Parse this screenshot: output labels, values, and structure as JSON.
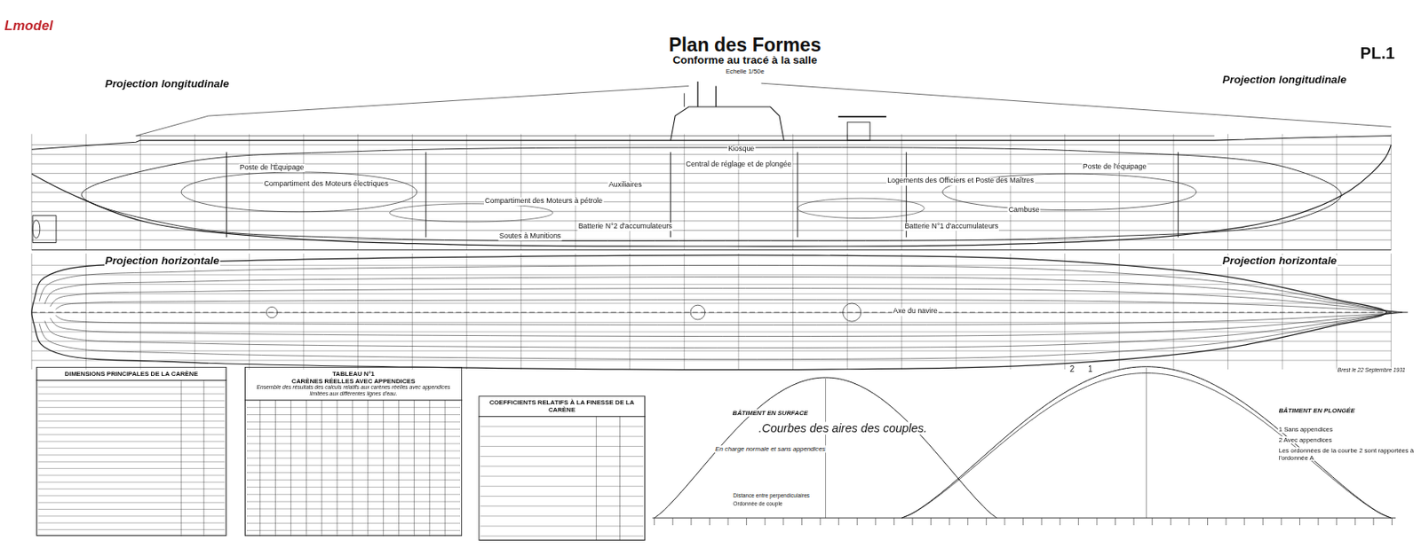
{
  "diagram": {
    "title": "Plan des Formes",
    "nodes": [
      {
        "text": [
          "DIMENSIONS PRINCIPALES DE LA CARÈNE"
        ]
      },
      {
        "text": [
          "TABLEAU N°1",
          "CARÈNES RÉELLES AVEC APPENDICES",
          "Ensemble des résultats des calculs relatifs aux carènes réelles avec appendices limitées aux différentes lignes d'eau."
        ]
      },
      {
        "text": [
          "COEFFICIENTS RELATIFS À LA FINESSE DE LA CARÈNE"
        ]
      }
    ],
    "labels": [
      "Lmodel",
      "Conforme au tracé à la salle",
      "Echelle 1/50e",
      "PL.1",
      "Projection longitudinale",
      "Projection longitudinale",
      "Projection horizontale",
      "Projection horizontale",
      "Poste de l'Équipage",
      "Compartiment des Moteurs électriques",
      "Compartiment des Moteurs à pétrole",
      "Kiosque",
      "Central de réglage et de plongée",
      "Auxiliaires",
      "Batterie N°2 d'accumulateurs",
      "Soutes à Munitions",
      "Batterie N°1 d'accumulateurs",
      "Logements des Officiers et Poste des Maîtres",
      "Cambuse",
      "Poste de l'équipage",
      "Axe du navire",
      ".Courbes des aires des couples.",
      "BÂTIMENT EN SURFACE",
      "En charge normale et sans appendices",
      "2",
      "1",
      "BÂTIMENT EN PLONGÉE",
      "1 Sans appendices",
      "2 Avec appendices",
      "Les ordonnées de la courbe 2 sont rapportées à l'ordonnée A",
      "Brest le 22 Septembre 1931",
      "Distance entre perpendiculaires",
      "Ordonnée de couple"
    ]
  }
}
